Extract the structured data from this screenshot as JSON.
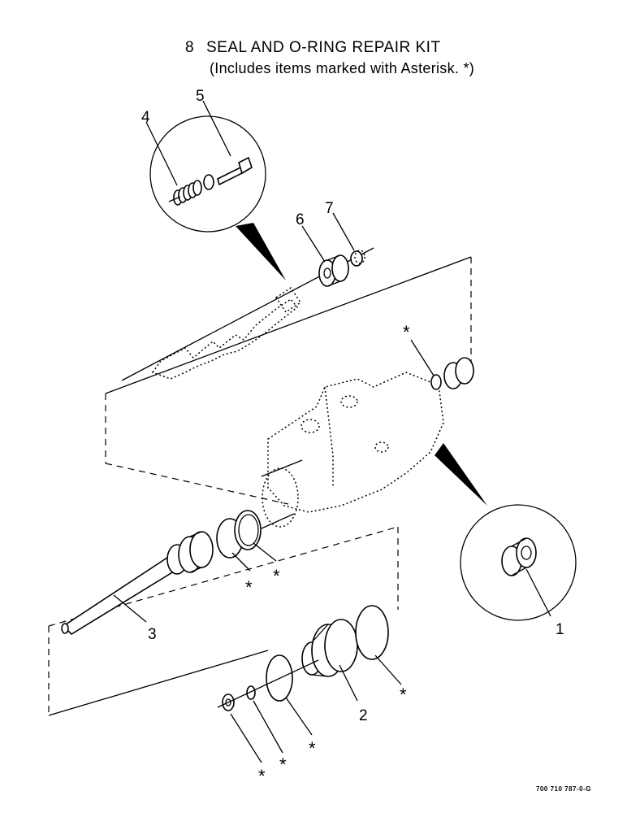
{
  "header": {
    "kit_number": "8",
    "kit_title": "SEAL AND O-RING REPAIR KIT",
    "kit_note": "(Includes items marked with Asterisk. *)"
  },
  "callouts": {
    "item_1": "1",
    "item_2": "2",
    "item_3": "3",
    "item_4": "4",
    "item_5": "5",
    "item_6": "6",
    "item_7": "7"
  },
  "asterisk": "*",
  "footer": {
    "drawing_number": "700 710 787-0-G"
  }
}
